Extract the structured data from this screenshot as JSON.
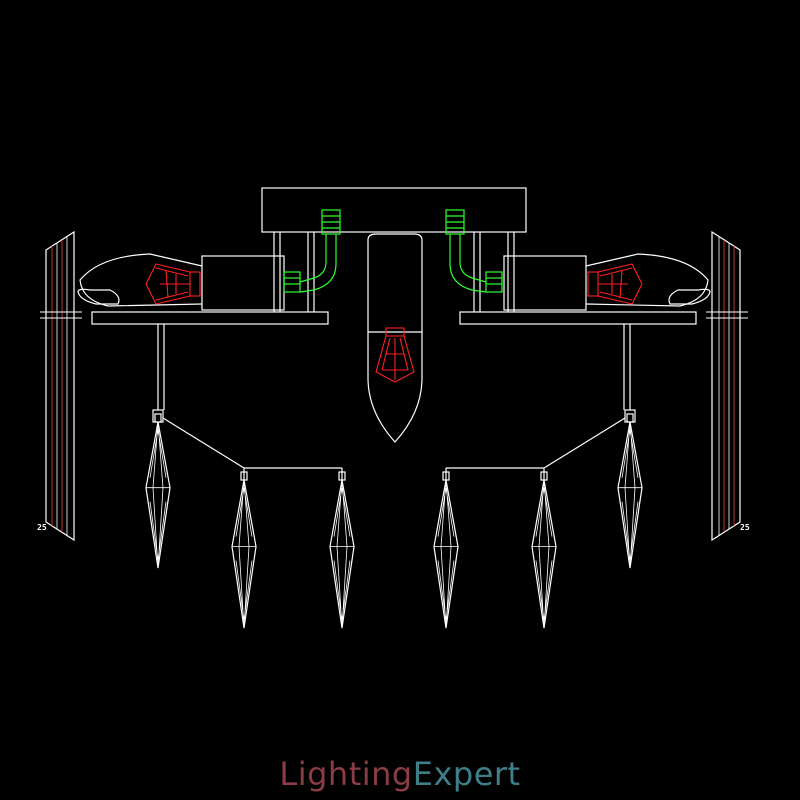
{
  "labels": {
    "left": "25",
    "right": "25"
  },
  "watermark": {
    "part1": "Lighting",
    "part2": "Expert"
  },
  "colors": {
    "background": "#000000",
    "outline": "#ffffff",
    "bulb": "#ff2020",
    "connector": "#30ff30",
    "shade_stripe": "#c03030",
    "watermark_1": "#8a3d44",
    "watermark_2": "#3f7f88"
  }
}
